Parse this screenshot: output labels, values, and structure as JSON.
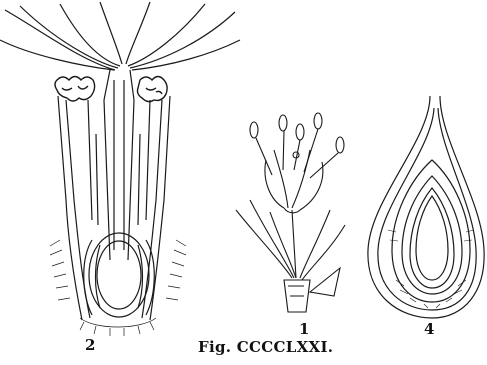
{
  "figure": {
    "caption": "Fig. CCCCLXXI.",
    "labels": {
      "fig2": "2",
      "fig1": "1",
      "fig4": "4"
    }
  },
  "colors": {
    "ink": "#1a1a1a",
    "paper": "#ffffff"
  }
}
